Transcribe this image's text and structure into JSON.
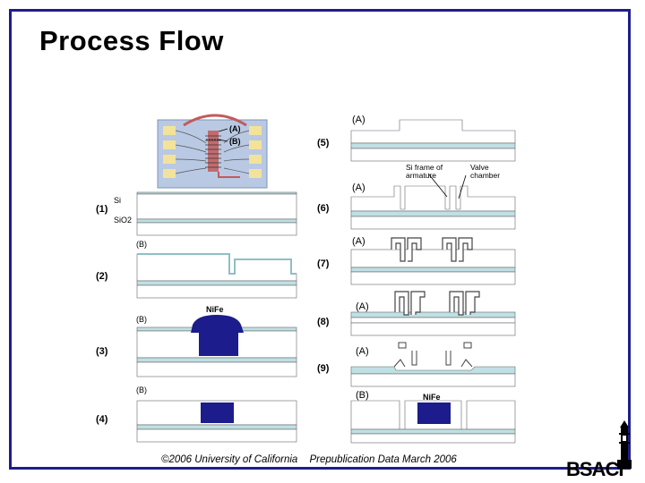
{
  "slide": {
    "title": "Process Flow",
    "footer_copyright": "©2006 University of California",
    "footer_note": "Prepublication Data March 2006",
    "logo_text": "BSACI"
  },
  "inset": {
    "label_a": "(A)",
    "label_b": "(B)"
  },
  "left_steps": [
    {
      "num": "(1)",
      "sub": "",
      "layer1": "Si",
      "layer2": "SiO2"
    },
    {
      "num": "(2)",
      "sub": "(B)"
    },
    {
      "num": "(3)",
      "sub": "(B)",
      "material": "NiFe"
    },
    {
      "num": "(4)",
      "sub": "(B)"
    }
  ],
  "right_steps": [
    {
      "num": "(5)",
      "sub": "(A)"
    },
    {
      "num": "(6)",
      "sub": "(A)",
      "callout1": "Si frame of armature",
      "callout2": "Valve chamber"
    },
    {
      "num": "(7)",
      "sub": "(A)"
    },
    {
      "num": "(8)",
      "sub": "(A)"
    },
    {
      "num": "(9)",
      "sub": "(A)"
    },
    {
      "num": "",
      "sub": "(B)",
      "material": "NiFe"
    }
  ],
  "colors": {
    "frame": "#1d1d8c",
    "oxide": "#bfe0e4",
    "nife": "#1c1c8c",
    "inset_bg": "#b9c9e3",
    "coil": "#c25b5b"
  }
}
